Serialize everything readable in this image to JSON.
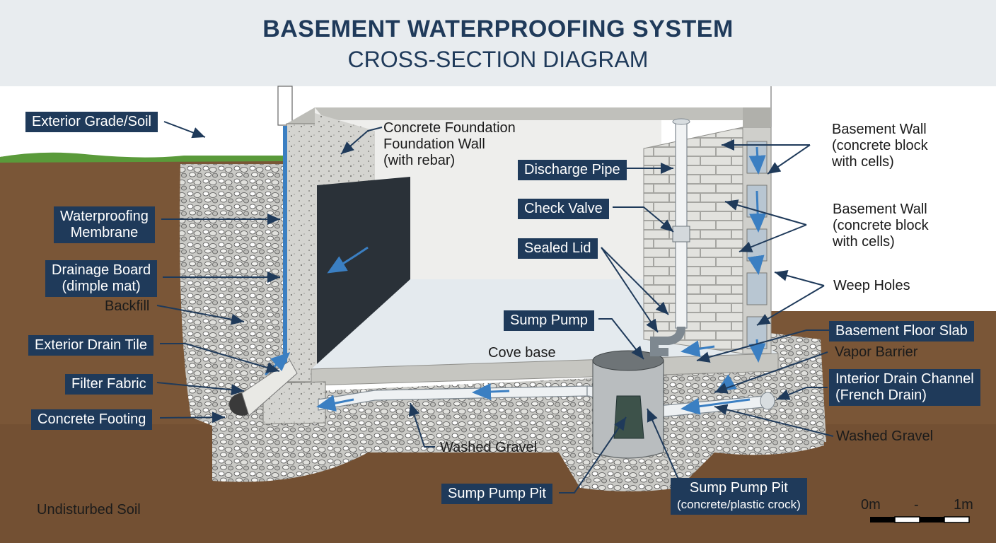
{
  "title": "BASEMENT WATERPROOFING SYSTEM",
  "subtitle": "CROSS-SECTION DIAGRAM",
  "labels": {
    "exterior_grade": "Exterior Grade/Soil",
    "waterproofing_membrane_1": "Waterproofing",
    "waterproofing_membrane_2": "Membrane",
    "drainage_board_1": "Drainage Board",
    "drainage_board_2": "(dimple mat)",
    "backfill": "Backfill",
    "exterior_drain_tile": "Exterior Drain Tile",
    "filter_fabric": "Filter Fabric",
    "concrete_footing": "Concrete Footing",
    "undisturbed_soil": "Undisturbed Soil",
    "foundation_wall_1": "Concrete Foundation",
    "foundation_wall_2": "Foundation Wall",
    "foundation_wall_3": "(with rebar)",
    "discharge_pipe": "Discharge Pipe",
    "check_valve": "Check Valve",
    "sealed_lid": "Sealed Lid",
    "sump_pump": "Sump Pump",
    "cove_base": "Cove base",
    "washed_gravel_left": "Washed Gravel",
    "sump_pump_pit_left": "Sump Pump Pit",
    "sump_pump_pit_right_1": "Sump Pump Pit",
    "sump_pump_pit_right_2": "(concrete/plastic crock)",
    "basement_wall_a_1": "Basement Wall",
    "basement_wall_a_2": "(concrete block",
    "basement_wall_a_3": "with cells)",
    "basement_wall_b_1": "Basement Wall",
    "basement_wall_b_2": "(concrete block",
    "basement_wall_b_3": "with cells)",
    "weep_holes": "Weep Holes",
    "basement_floor_slab": "Basement Floor Slab",
    "vapor_barrier": "Vapor Barrier",
    "interior_drain_1": "Interior Drain Channel",
    "interior_drain_2": "(French Drain)",
    "washed_gravel_right": "Washed Gravel"
  },
  "scale_bar": {
    "start": "0m",
    "mid": "-",
    "end": "1m"
  },
  "colors": {
    "label_box": "#1f3a5a",
    "soil": "#7a5637",
    "grass": "#5a9a3a",
    "gravel": "#c4c4c0",
    "concrete": "#cfcfcb",
    "membrane": "#2a3138",
    "water_arrow": "#3b7fc2",
    "pipe": "#eef1f3"
  }
}
